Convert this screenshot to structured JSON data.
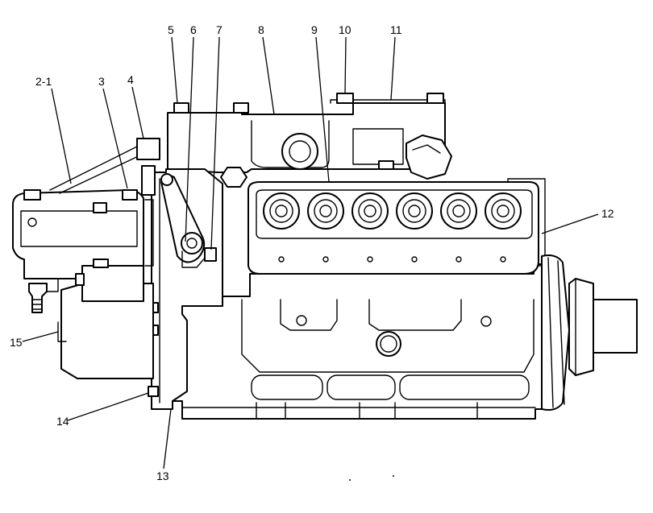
{
  "callouts": [
    {
      "id": "c2-1",
      "text": "2-1"
    },
    {
      "id": "c3",
      "text": "3"
    },
    {
      "id": "c4",
      "text": "4"
    },
    {
      "id": "c5",
      "text": "5"
    },
    {
      "id": "c6",
      "text": "6"
    },
    {
      "id": "c7",
      "text": "7"
    },
    {
      "id": "c8",
      "text": "8"
    },
    {
      "id": "c9",
      "text": "9"
    },
    {
      "id": "c10",
      "text": "10"
    },
    {
      "id": "c11",
      "text": "11"
    },
    {
      "id": "c12",
      "text": "12"
    },
    {
      "id": "c13",
      "text": "13"
    },
    {
      "id": "c14",
      "text": "14"
    },
    {
      "id": "c15",
      "text": "15"
    }
  ]
}
